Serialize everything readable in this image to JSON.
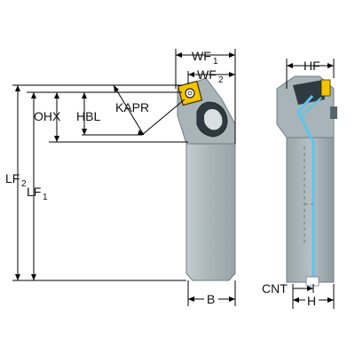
{
  "colors": {
    "holder_steel": "#aab5b9",
    "holder_shadow": "#8f9ba0",
    "holder_dark": "#56646b",
    "insert_yellow": "#f5c400",
    "coolant_blue": "#58c6ee",
    "line": "#000000"
  },
  "labels": {
    "wf1_main": "WF",
    "wf1_sub": "1",
    "wf2_main": "WF",
    "wf2_sub": "2",
    "kapr": "KAPR",
    "ohx": "OHX",
    "hbl": "HBL",
    "lf2_main": "LF",
    "lf2_sub": "2",
    "lf1_main": "LF",
    "lf1_sub": "1",
    "b": "B",
    "hf": "HF",
    "cnt": "CNT",
    "h": "H"
  }
}
